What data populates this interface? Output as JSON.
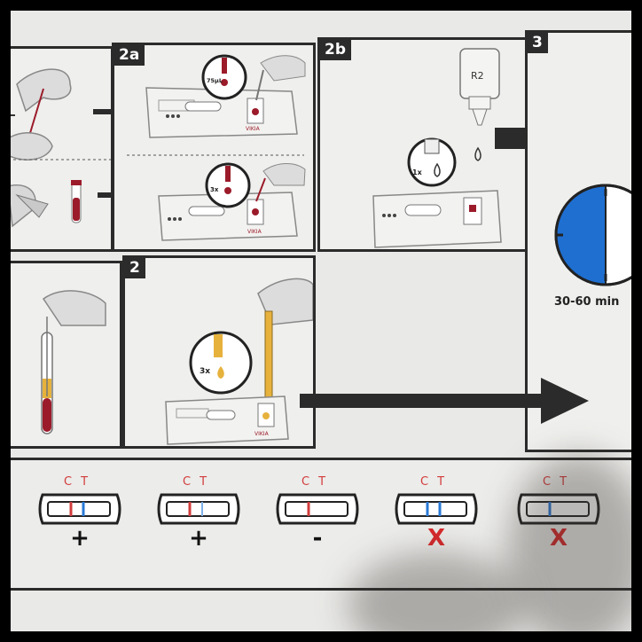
{
  "steps": {
    "s2a": "2a",
    "s2b": "2b",
    "s3": "3",
    "s2": "2"
  },
  "labels": {
    "vol_2a": "75µL",
    "drops_2a": "3x",
    "drops_2b": "1x",
    "reagent": "R2",
    "drops_2": "3x",
    "device_brand": "VIKIA",
    "timer": "30-60 min"
  },
  "result_header": {
    "c": "C",
    "t": "T"
  },
  "results": [
    {
      "symbol": "+",
      "meaning": "positive"
    },
    {
      "symbol": "+",
      "meaning": "positive"
    },
    {
      "symbol": "-",
      "meaning": "negative"
    },
    {
      "symbol": "X",
      "meaning": "invalid"
    },
    {
      "symbol": "X",
      "meaning": "invalid"
    }
  ],
  "colors": {
    "blood": "#9b1b2a",
    "timer_fill": "#1f6fd1",
    "arrow": "#2b2b2b",
    "control_line": "#d23c3c",
    "test_line_blue": "#2a78d6",
    "invalid_x": "#d8282c"
  }
}
